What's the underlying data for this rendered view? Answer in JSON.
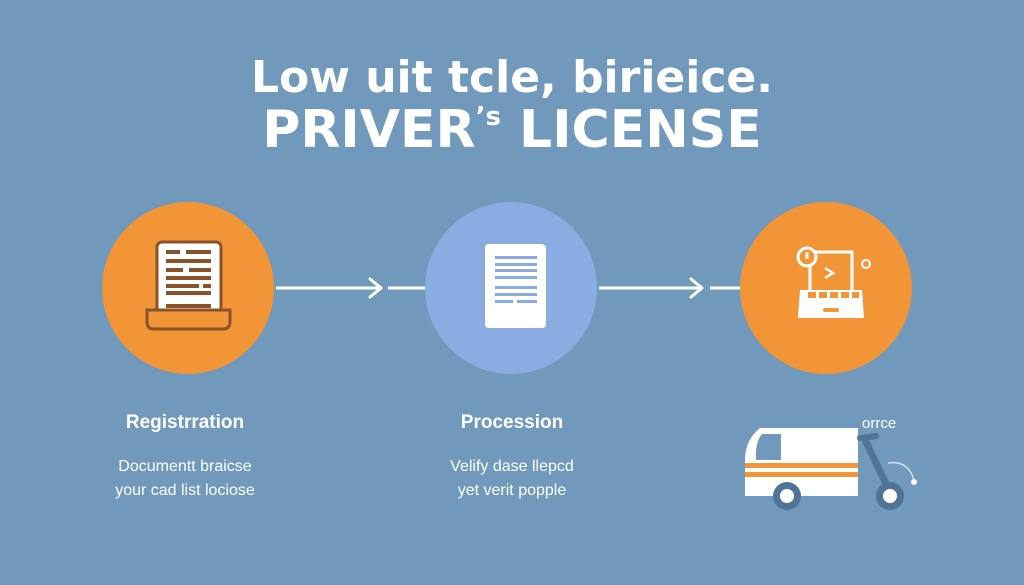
{
  "header": {
    "subtitle": "Low uit tcle, birieice.",
    "title_main": "PRIVER",
    "title_sup": "’s",
    "title_end": " LICENSE"
  },
  "steps": [
    {
      "icon": "document-tray-icon",
      "color": "#f29537",
      "label": "Registrration",
      "desc_line1": "Documentt braicse",
      "desc_line2": "your cad list lociose"
    },
    {
      "icon": "document-icon",
      "color": "#8bace0",
      "label": "Procession",
      "desc_line1": "Velify dase llepcd",
      "desc_line2": "yet verit popple"
    },
    {
      "icon": "laptop-terminal-icon",
      "color": "#f29537",
      "label": "",
      "extra_label": "orrce"
    }
  ],
  "colors": {
    "background": "#7099bb",
    "orange": "#f29537",
    "blue_circle": "#8bace0",
    "icon_brown": "#8a5228",
    "truck_wheel": "#4f7596"
  }
}
